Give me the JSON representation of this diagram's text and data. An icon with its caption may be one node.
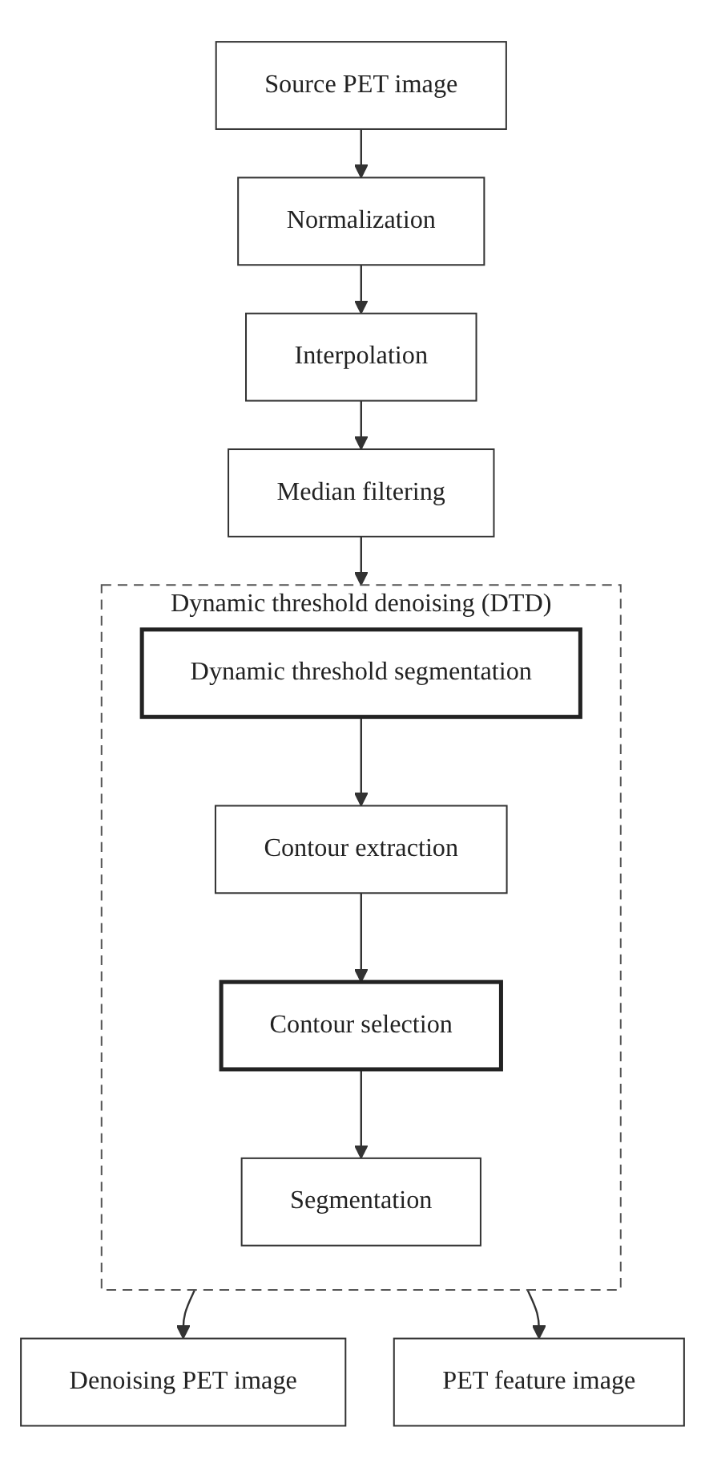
{
  "diagram": {
    "nodes": [
      {
        "text": [
          "Source PET image"
        ]
      },
      {
        "text": [
          "Normalization"
        ]
      },
      {
        "text": [
          "Interpolation"
        ]
      },
      {
        "text": [
          "Median filtering"
        ]
      },
      {
        "text": [
          "Dynamic threshold denoising (DTD)"
        ]
      },
      {
        "text": [
          "Dynamic threshold segmentation"
        ],
        "in": 4
      },
      {
        "text": [
          "Contour extraction"
        ],
        "in": 4
      },
      {
        "text": [
          "Contour selection"
        ],
        "in": 4
      },
      {
        "text": [
          "Segmentation"
        ],
        "in": 4
      },
      {
        "text": [
          "Denoising PET image"
        ]
      },
      {
        "text": [
          "PET feature image"
        ]
      }
    ],
    "edges": [
      {
        "from": 0,
        "to": 1,
        "arrow": "to"
      },
      {
        "from": 1,
        "to": 2,
        "arrow": "to"
      },
      {
        "from": 2,
        "to": 3,
        "arrow": "to"
      },
      {
        "from": 3,
        "to": 4,
        "arrow": "to"
      },
      {
        "from": 5,
        "to": 6,
        "arrow": "to"
      },
      {
        "from": 6,
        "to": 7,
        "arrow": "to"
      },
      {
        "from": 7,
        "to": 8,
        "arrow": "to"
      },
      {
        "from": 4,
        "to": 9,
        "arrow": "to"
      },
      {
        "from": 4,
        "to": 10,
        "arrow": "to"
      }
    ]
  }
}
